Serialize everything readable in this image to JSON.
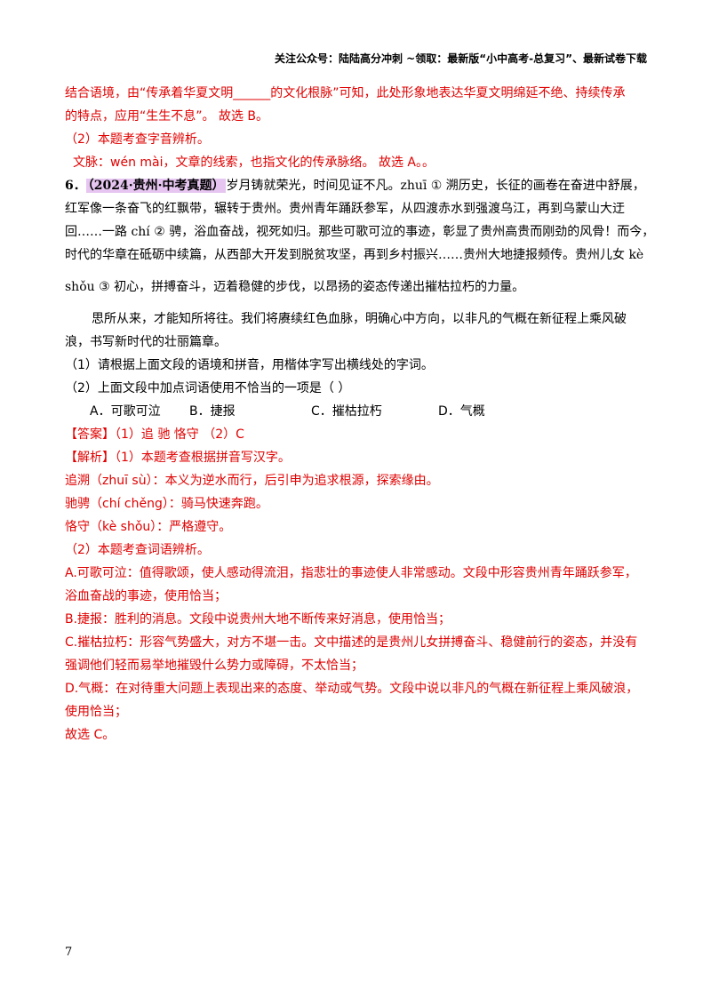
{
  "header": "关注公众号：陆陆高分冲刺  ~领取：最新版“小中高考-总复习”、最新试卷下载",
  "prev": {
    "line1": "结合语境，由“传承着华夏文明______的文化根脉”可知，此处形象地表达华夏文明绵延不绝、持续传承",
    "line2": "的特点，应用“生生不息”。 故选 B。",
    "q2_label": "（2）本题考查字音辨析。",
    "q2_body": "文脉：wén mài，文章的线索，也指文化的传承脉络。 故选 A。。"
  },
  "question": {
    "number": "6．",
    "tag": "（2024·贵州·中考真题）",
    "line1": "岁月铸就荣光，时间见证不凡。zhuī ① 溯历史，长征的画卷在奋进中舒展，",
    "line2": "红军像一条奋飞的红飘带，辗转于贵州。贵州青年踊跃参军，从四渡赤水到强渡乌江，再到乌蒙山大迂",
    "line3": "回……一路 chí ② 骋，浴血奋战，视死如归。那些可歌可泣的事迹，彰显了贵州高贵而刚劲的风骨！而今，",
    "line4": "时代的华章在砥砺中续篇，从西部大开发到脱贫攻坚，再到乡村振兴……贵州大地捷报频传。贵州儿女 kè",
    "line5": "shǒu ③ 初心，拼搏奋斗，迈着稳健的步伐，以昂扬的姿态传递出摧枯拉朽的力量。",
    "line6": "思所从来，才能知所将往。我们将赓续红色血脉，明确心中方向，以非凡的气概在新征程上乘风破",
    "line7": "浪，书写新时代的壮丽篇章。",
    "sub1": "（1）请根据上面文段的语境和拼音，用楷体字写出横线处的字词。",
    "sub2": "（2）上面文段中加点词语使用不恰当的一项是（   ）",
    "choices": [
      "A．可歌可泣",
      "B．捷报",
      "C．摧枯拉朽",
      "D．气概"
    ]
  },
  "answer": {
    "label": "【答案】",
    "text": "（1）追      驰      恪守      （2）C"
  },
  "analysis": {
    "label": "【解析】",
    "l1": "（1）本题考查根据拼音写汉字。",
    "l2": "追溯（zhuī sù）：本义为逆水而行，后引申为追求根源，探索缘由。",
    "l3": "驰骋（chí chěng）：骑马快速奔跑。",
    "l4": "恪守（kè shǒu）：严格遵守。",
    "l5": "（2）本题考查词语辨析。",
    "l6": "A.可歌可泣：值得歌颂，使人感动得流泪，指悲壮的事迹使人非常感动。文段中形容贵州青年踊跃参军，",
    "l7": "浴血奋战的事迹，使用恰当；",
    "l8": "B.捷报：胜利的消息。文段中说贵州大地不断传来好消息，使用恰当；",
    "l9": "C.摧枯拉朽：形容气势盛大，对方不堪一击。文中描述的是贵州儿女拼搏奋斗、稳健前行的姿态，并没有",
    "l10": "强调他们轻而易举地摧毁什么势力或障碍，不太恰当；",
    "l11": "D.气概：在对待重大问题上表现出来的态度、举动或气势。文段中说以非凡的气概在新征程上乘风破浪，",
    "l12": "使用恰当；",
    "l13": "故选 C。"
  },
  "page_number": "7"
}
